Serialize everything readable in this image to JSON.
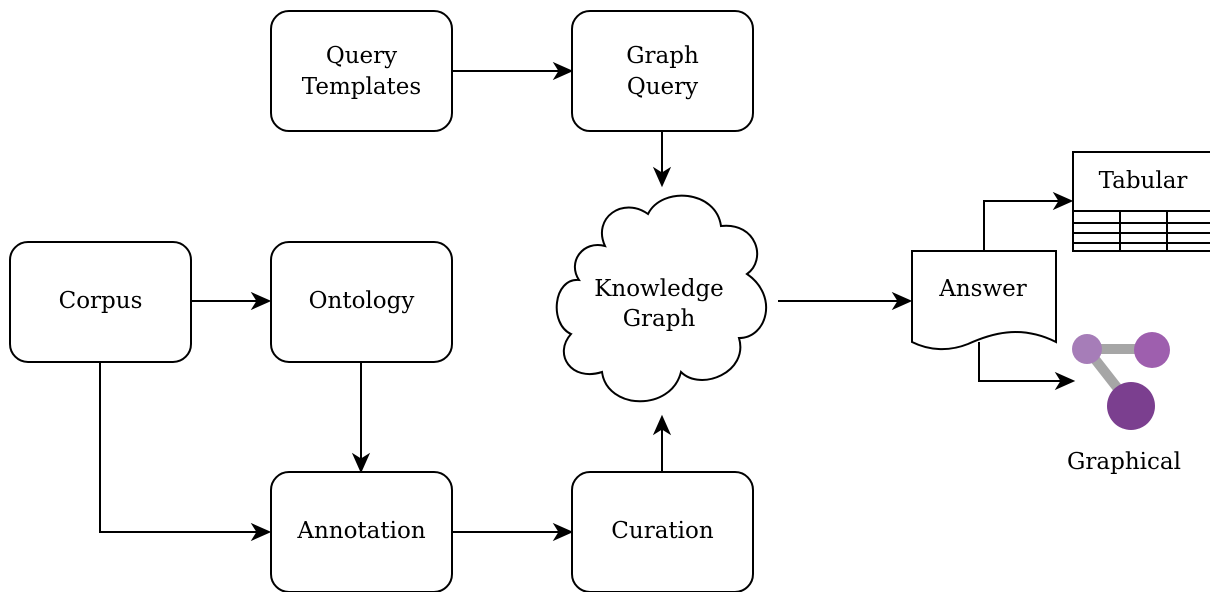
{
  "diagram": {
    "nodes": {
      "query_templates": {
        "line1": "Query",
        "line2": "Templates"
      },
      "graph_query": {
        "line1": "Graph",
        "line2": "Query"
      },
      "corpus": {
        "label": "Corpus"
      },
      "ontology": {
        "label": "Ontology"
      },
      "annotation": {
        "label": "Annotation"
      },
      "curation": {
        "label": "Curation"
      },
      "knowledge_graph": {
        "line1": "Knowledge",
        "line2": "Graph"
      },
      "answer": {
        "label": "Answer"
      },
      "tabular": {
        "label": "Tabular"
      },
      "graphical": {
        "label": "Graphical"
      }
    },
    "edges": [
      {
        "from": "Query Templates",
        "to": "Graph Query"
      },
      {
        "from": "Graph Query",
        "to": "Knowledge Graph"
      },
      {
        "from": "Corpus",
        "to": "Ontology"
      },
      {
        "from": "Corpus",
        "to": "Annotation"
      },
      {
        "from": "Ontology",
        "to": "Annotation"
      },
      {
        "from": "Annotation",
        "to": "Curation"
      },
      {
        "from": "Curation",
        "to": "Knowledge Graph"
      },
      {
        "from": "Knowledge Graph",
        "to": "Answer"
      },
      {
        "from": "Answer",
        "to": "Tabular"
      },
      {
        "from": "Answer",
        "to": "Graphical"
      }
    ],
    "colors": {
      "stroke": "#000000",
      "fill": "#ffffff",
      "graph_node_light": "#a67db8",
      "graph_node_mid": "#9e5fae",
      "graph_node_dark": "#7b3f8f",
      "graph_edge": "#a6a6a6"
    }
  }
}
